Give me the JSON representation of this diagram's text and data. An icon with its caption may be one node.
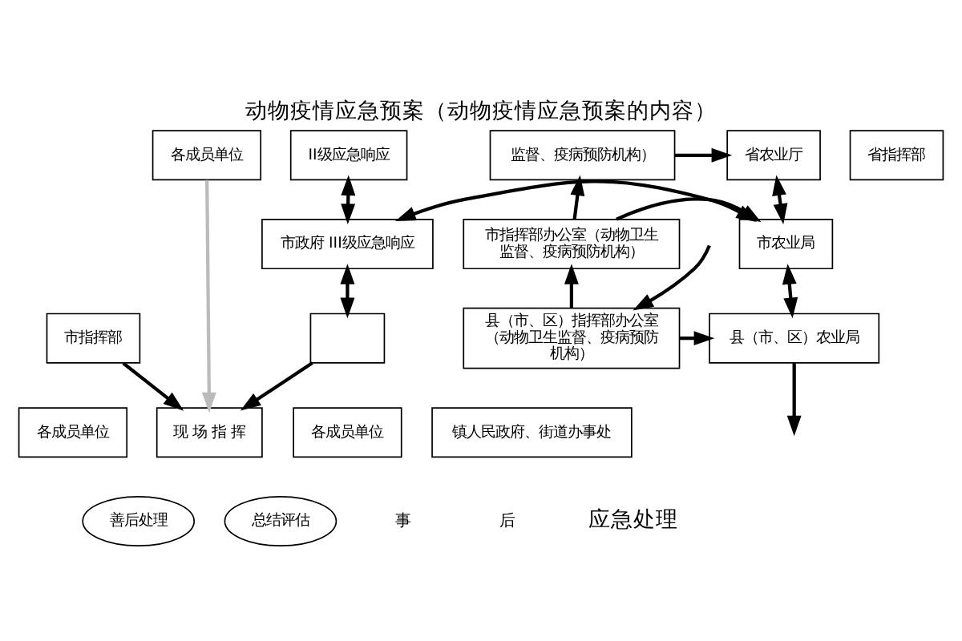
{
  "diagram": {
    "title": "动物疫情应急预案（动物疫情应急预案的内容）",
    "nodes": [
      {
        "text": [
          "各成员单位"
        ]
      },
      {
        "text": [
          "省指挥部"
        ]
      },
      {
        "text": [
          "II级应急响应"
        ]
      },
      {
        "text": [
          "省农业厅"
        ]
      },
      {
        "text": [
          "监督、疫病预防机构）"
        ]
      },
      {
        "text": [
          "市政府 III级应急响应"
        ]
      },
      {
        "text": [
          "市农业局"
        ]
      },
      {
        "text": [
          "市指挥部办公室（动物卫生监督、疫病预防机构）"
        ]
      },
      {
        "text": [
          "市指挥部"
        ]
      },
      {
        "text": [
          "各成员单位"
        ]
      },
      {
        "text": [
          "县（市、区）农业局"
        ]
      },
      {
        "text": [
          "县（市、区）指挥部办公室（动物卫生监督、疫病预防机构）"
        ]
      },
      {
        "text": [],
        "shape": "box"
      },
      {
        "text": [
          "各成员单位"
        ]
      },
      {
        "text": [
          "镇人民政府、街道办事处"
        ]
      },
      {
        "text": [
          "现 场 指 挥"
        ]
      },
      {
        "text": [
          "善后处理"
        ]
      },
      {
        "text": [
          "总结评估"
        ]
      }
    ],
    "edges": [
      {
        "from": 2,
        "to": 5,
        "arrow": "both"
      },
      {
        "from": 4,
        "to": 3,
        "arrow": "to"
      },
      {
        "from": 3,
        "to": 6,
        "arrow": "both"
      },
      {
        "from": 7,
        "to": 4,
        "arrow": "to"
      },
      {
        "from": 5,
        "to": 6,
        "arrow": "both"
      },
      {
        "from": 7,
        "to": 6,
        "arrow": "to"
      },
      {
        "from": 5,
        "to": 12,
        "arrow": "both"
      },
      {
        "from": 6,
        "to": 10,
        "arrow": "both"
      },
      {
        "from": 11,
        "to": 7,
        "arrow": "to"
      },
      {
        "from": 11,
        "to": 10,
        "arrow": "to"
      },
      {
        "from": 0,
        "to": 15,
        "arrow": "to",
        "color": "#bbbbbb"
      },
      {
        "from": 8,
        "to": 15,
        "arrow": "to"
      },
      {
        "from": 12,
        "to": 15,
        "arrow": "to"
      },
      {
        "from": 10,
        "to": null,
        "arrow": "to"
      },
      {
        "from": null,
        "to": 11,
        "arrow": "to"
      }
    ],
    "labels": [
      "事",
      "后",
      "应急处理"
    ]
  }
}
